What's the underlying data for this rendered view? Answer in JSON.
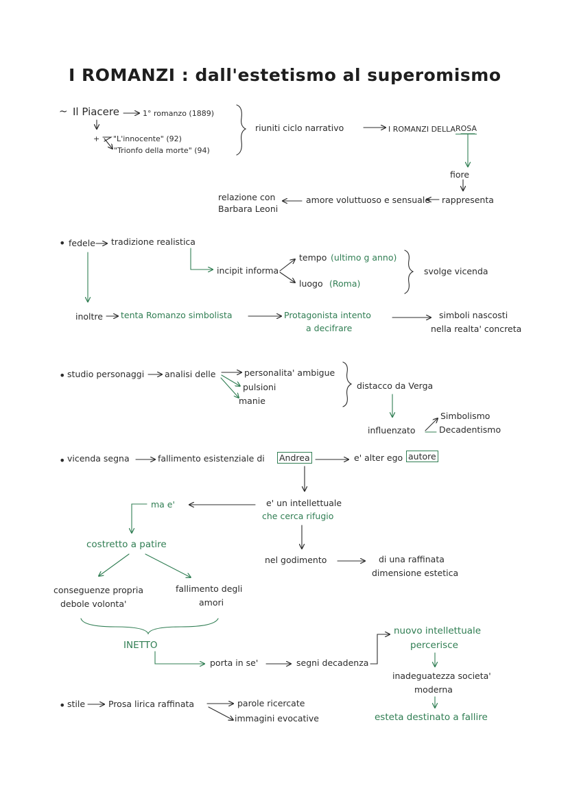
{
  "title": "I ROMANZI : dall'estetismo al superomismo",
  "sec1": {
    "tilde": "~",
    "il_piacere": "Il Piacere",
    "primo_romanzo": "1° romanzo (1889)",
    "plus": "+",
    "innocente": "\"L'innocente\" (92)",
    "trionfo": "\"Trionfo della morte\" (94)",
    "riuniti": "riuniti ciclo narrativo",
    "romanzi_della": "I ROMANZI DELLA",
    "rosa": "ROSA",
    "fiore": "fiore",
    "rappresenta": "rappresenta",
    "amore": "amore voluttuoso e sensuale",
    "relazione_1": "relazione con",
    "relazione_2": "Barbara Leoni"
  },
  "sec2": {
    "bullet": "•",
    "fedele": "fedele",
    "tradizione": "tradizione realistica",
    "incipit": "incipit informa",
    "tempo": "tempo",
    "tempo_note": "(ultimo g anno)",
    "luogo": "luogo",
    "luogo_note": "(Roma)",
    "svolge": "svolge vicenda",
    "inoltre": "inoltre",
    "tenta": "tenta Romanzo simbolista",
    "protagonista_1": "Protagonista intento",
    "protagonista_2": "a decifrare",
    "simboli_1": "simboli nascosti",
    "simboli_2": "nella realta' concreta"
  },
  "sec3": {
    "bullet": "•",
    "studio": "studio personaggi",
    "analisi": "analisi delle",
    "personalita": "personalita' ambigue",
    "pulsioni": "pulsioni",
    "manie": "manie",
    "distacco": "distacco da Verga",
    "influenzato": "influenzato",
    "simbolismo": "Simbolismo",
    "decadentismo": "Decadentismo"
  },
  "sec4": {
    "bullet": "•",
    "vicenda": "vicenda segna",
    "fallimento": "fallimento esistenziale di",
    "andrea": "Andrea",
    "alter_ego": "e' alter ego",
    "autore": "autore",
    "ma_e": "ma e'",
    "intellettuale_1": "e' un intellettuale",
    "intellettuale_2": "che cerca rifugio",
    "costretto": "costretto a patire",
    "godimento": "nel godimento",
    "raffinata_1": "di una raffinata",
    "raffinata_2": "dimensione estetica",
    "conseguenze_1": "conseguenze propria",
    "conseguenze_2": "debole volonta'",
    "fallimento_amori_1": "fallimento degli",
    "fallimento_amori_2": "amori",
    "inetto": "INETTO",
    "porta": "porta in se'",
    "segni": "segni decadenza",
    "nuovo_1": "nuovo intellettuale",
    "nuovo_2": "percerisce",
    "inadeguatezza_1": "inadeguatezza societa'",
    "inadeguatezza_2": "moderna",
    "esteta": "esteta destinato a fallire"
  },
  "sec5": {
    "bullet": "•",
    "stile": "stile",
    "prosa": "Prosa lirica raffinata",
    "parole": "parole ricercate",
    "immagini": "immagini evocative"
  },
  "colors": {
    "green": "#2f7d52",
    "ink": "#2b2b2b"
  }
}
